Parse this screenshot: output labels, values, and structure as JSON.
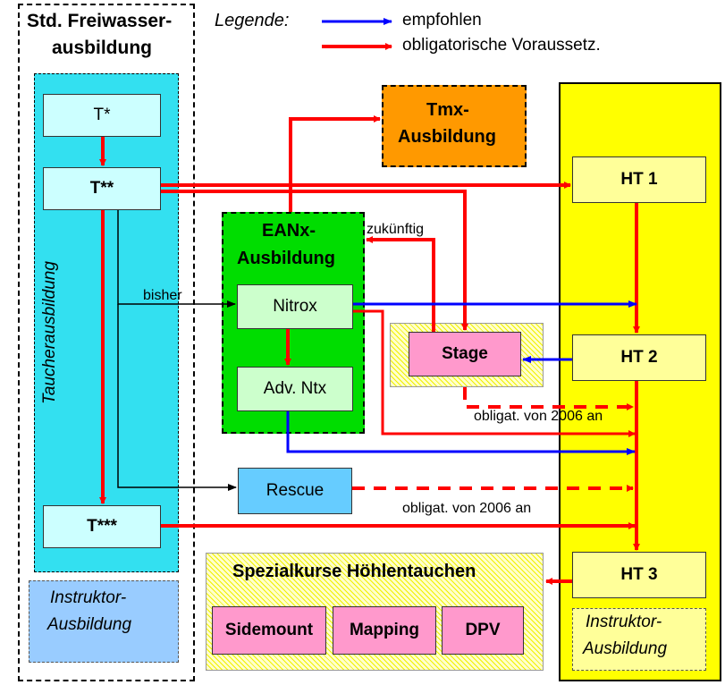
{
  "legend": {
    "title": "Legende:",
    "recommended": "empfohlen",
    "mandatory": "obligatorische Voraussetz."
  },
  "colors": {
    "recommended_arrow": "#0000ff",
    "mandatory_arrow": "#ff0000",
    "cyan_panel": "#33e0f0",
    "course_box": "#ccffff",
    "green_panel": "#00dd00",
    "nitrox_box": "#ccffcc",
    "tmx_box": "#ff9900",
    "yellow_panel": "#ffff00",
    "ht_box": "#ffff99",
    "stage_box": "#ff99cc",
    "rescue_box": "#66ccff",
    "instructor_box": "#99ccff",
    "cave_course_box": "#ff99cc"
  },
  "freshwater": {
    "title_line1": "Std. Freiwasser-",
    "title_line2": "ausbildung",
    "vertical_label": "Taucherausbildung",
    "t1": "T*",
    "t2": "T**",
    "t3": "T***",
    "instructor_line1": "Instruktor-",
    "instructor_line2": "Ausbildung"
  },
  "eanx": {
    "title_line1": "EANx-",
    "title_line2": "Ausbildung",
    "nitrox": "Nitrox",
    "adv": "Adv. Ntx"
  },
  "tmx": {
    "line1": "Tmx-",
    "line2": "Ausbildung"
  },
  "ht": {
    "ht1": "HT 1",
    "ht2": "HT 2",
    "ht3": "HT 3",
    "instructor_line1": "Instruktor-",
    "instructor_line2": "Ausbildung"
  },
  "stage": "Stage",
  "rescue": "Rescue",
  "cave": {
    "title": "Spezialkurse Höhlentauchen",
    "sidemount": "Sidemount",
    "mapping": "Mapping",
    "dpv": "DPV"
  },
  "annotations": {
    "bisher": "bisher",
    "zukuenftig": "zukünftig",
    "obligat1": "obligat. von 2006 an",
    "obligat2": "obligat. von 2006 an"
  }
}
